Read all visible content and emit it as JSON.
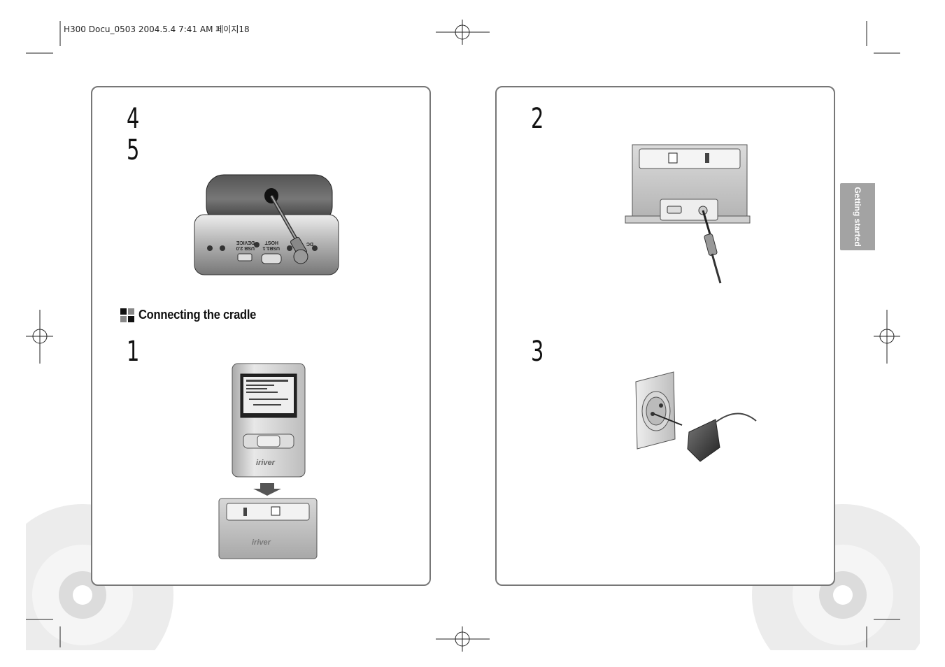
{
  "header": {
    "print_info": "H300 Docu_0503  2004.5.4 7:41 AM 페이지18"
  },
  "left_panel": {
    "steps_top": [
      "4",
      "5"
    ],
    "section_title": "Connecting the cradle",
    "step_bottom": "1",
    "connector_labels": {
      "usb2": "USB 2.0",
      "device": "DEVICE",
      "usb1": "USB1.1",
      "host": "HOST",
      "dc": "DC"
    },
    "brand_text": "iriver"
  },
  "right_panel": {
    "step_top": "2",
    "step_bottom": "3"
  },
  "side_tab": {
    "label": "Getting started"
  },
  "colors": {
    "panel_border": "#777777",
    "tab_bg": "#a3a3a3",
    "disc_gray": "#e6e6e6"
  }
}
